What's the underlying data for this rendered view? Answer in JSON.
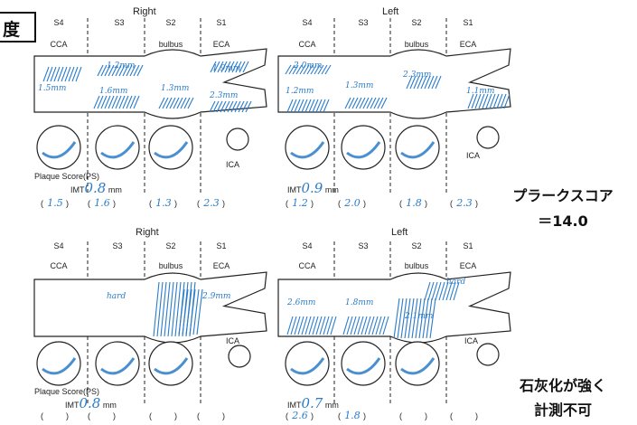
{
  "corner_label": "度",
  "segments": [
    "S4",
    "S3",
    "S2",
    "S1"
  ],
  "vessels": [
    "CCA",
    "bulbus",
    "ECA"
  ],
  "ica_label": "ICA",
  "diagrams": [
    {
      "side": "Right",
      "imt_prefix": "IMT",
      "imt_value": "0.8",
      "imt_unit": "mm",
      "ps_label": "Plaque Score(PS)",
      "scores": [
        "1.5",
        "1.6",
        "1.3",
        "2.3"
      ],
      "annotations": [
        "1.5mm",
        "1.2mm",
        "1.6mm",
        "1.3mm",
        "1.9mm",
        "2.3mm"
      ]
    },
    {
      "side": "Left",
      "imt_prefix": "IMT",
      "imt_value": "0.9",
      "imt_unit": "mm",
      "ps_label": "",
      "scores": [
        "1.2",
        "2.0",
        "1.8",
        "2.3"
      ],
      "annotations": [
        "1.2mm",
        "2.0mm",
        "1.3mm",
        "2.3mm",
        "1.1mm"
      ]
    },
    {
      "side": "Right",
      "imt_prefix": "IMT",
      "imt_value": "0.8",
      "imt_unit": "mm",
      "ps_label": "Plaque Score(PS)",
      "scores": [
        "",
        "",
        "",
        ""
      ],
      "annotations": [
        "hard",
        "2.9mm"
      ]
    },
    {
      "side": "Left",
      "imt_prefix": "IMT",
      "imt_value": "0.7",
      "imt_unit": "mm",
      "ps_label": "",
      "scores": [
        "2.6",
        "1.8",
        "",
        ""
      ],
      "annotations": [
        "2.6mm",
        "1.8mm",
        "2.1mm",
        "hard"
      ]
    }
  ],
  "notes": {
    "plaque_score_title": "プラークスコア",
    "plaque_score_value": "＝14.0",
    "calcification_line1": "石灰化が強く",
    "calcification_line2": "計測不可"
  },
  "colors": {
    "ink": "#2a7cc9",
    "line": "#222222"
  }
}
